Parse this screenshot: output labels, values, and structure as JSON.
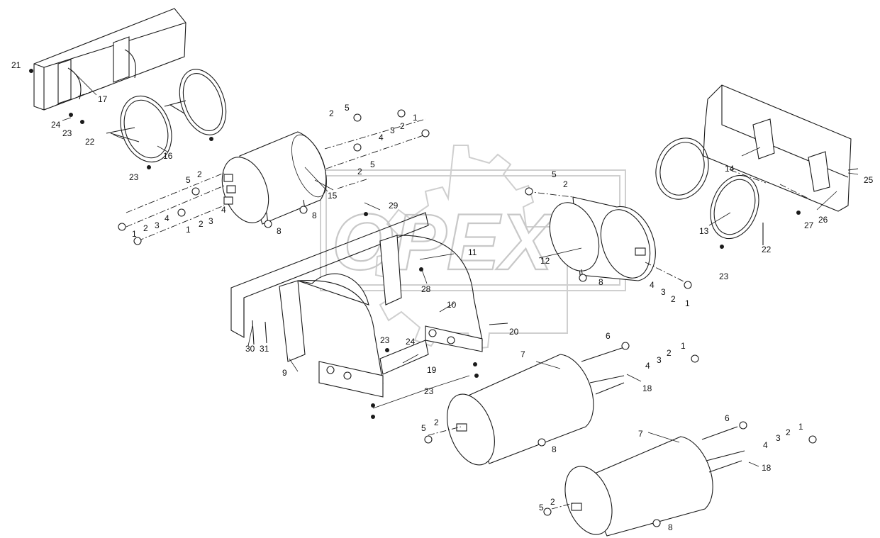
{
  "watermark": {
    "text": "OPEX"
  },
  "part_numbers": {
    "n21": "21",
    "n17": "17",
    "n24a": "24",
    "n23a": "23",
    "n22a": "22",
    "n16": "16",
    "n23b": "23",
    "n2a": "2",
    "n5a": "5",
    "n1a": "1",
    "n2b": "2",
    "n3a": "3",
    "n4a": "4",
    "n2c": "2",
    "n5b": "5",
    "n5c": "5",
    "n2d": "2",
    "n15": "15",
    "n4b": "4",
    "n3b": "3",
    "n2e": "2",
    "n1b": "1",
    "n4c": "4",
    "n3c": "3",
    "n2f": "2",
    "n1c": "1",
    "n8a": "8",
    "n8b": "8",
    "n29": "29",
    "n11": "11",
    "n28": "28",
    "n10": "10",
    "n20": "20",
    "n30": "30",
    "n31": "31",
    "n9": "9",
    "n23c": "23",
    "n24b": "24",
    "n19": "19",
    "n23d": "23",
    "n5d": "5",
    "n2g": "2",
    "n12": "12",
    "n8c": "8",
    "n4d": "4",
    "n3d": "3",
    "n2h": "2",
    "n1d": "1",
    "n14": "14",
    "n25": "25",
    "n26": "26",
    "n27": "27",
    "n13": "13",
    "n22b": "22",
    "n23e": "23",
    "n6a": "6",
    "n1e": "1",
    "n2i": "2",
    "n3e": "3",
    "n4e": "4",
    "n7a": "7",
    "n18a": "18",
    "n5e": "5",
    "n2j": "2",
    "n8d": "8",
    "n6b": "6",
    "n1f": "1",
    "n2k": "2",
    "n3f": "3",
    "n4f": "4",
    "n7b": "7",
    "n18b": "18",
    "n5f": "5",
    "n2l": "2",
    "n8e": "8"
  }
}
